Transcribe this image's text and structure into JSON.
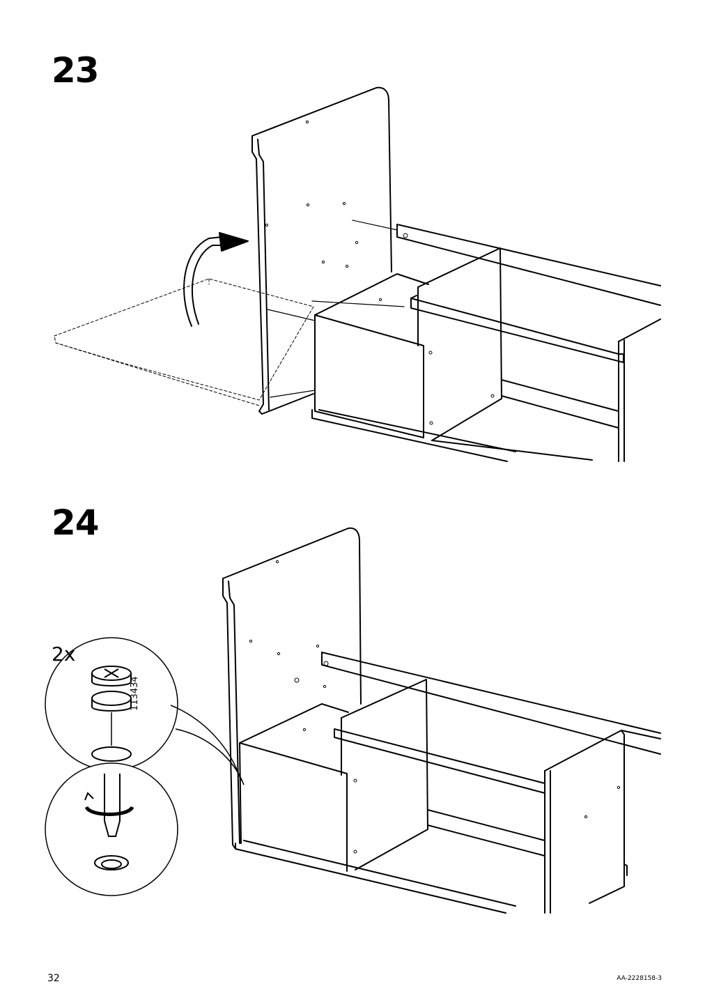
{
  "steps": [
    {
      "number": "23"
    },
    {
      "number": "24",
      "quantity": "2x",
      "part_number": "113434"
    }
  ],
  "footer": {
    "page_number": "32",
    "doc_id": "AA-2228158-3"
  }
}
